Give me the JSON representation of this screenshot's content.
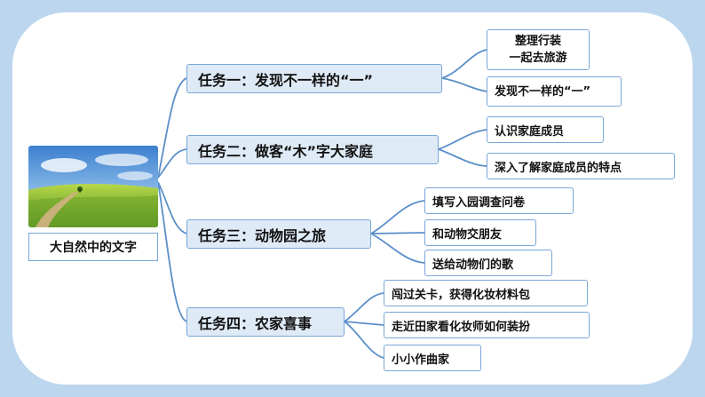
{
  "root": {
    "label": "大自然中的文字",
    "image": "grassland-path-photo"
  },
  "tasks": [
    {
      "label": "任务一：发现不一样的“一”",
      "items": [
        "整理行装",
        "一起去旅游",
        "发现不一样的“一”"
      ]
    },
    {
      "label": "任务二：做客“木”字大家庭",
      "items": [
        "认识家庭成员",
        "深入了解家庭成员的特点"
      ]
    },
    {
      "label": "任务三：动物园之旅",
      "items": [
        "填写入园调查问卷",
        "和动物交朋友",
        "送给动物们的歌"
      ]
    },
    {
      "label": "任务四：农家喜事",
      "items": [
        "闯过关卡，获得化妆材料包",
        "走近田家看化妆师如何装扮",
        "小小作曲家"
      ]
    }
  ],
  "colors": {
    "background": "#bcd6ee",
    "panel": "#ffffff",
    "task_fill": "#dfeaf7",
    "border": "#7aa6d6",
    "connector": "#5b8fc9"
  }
}
